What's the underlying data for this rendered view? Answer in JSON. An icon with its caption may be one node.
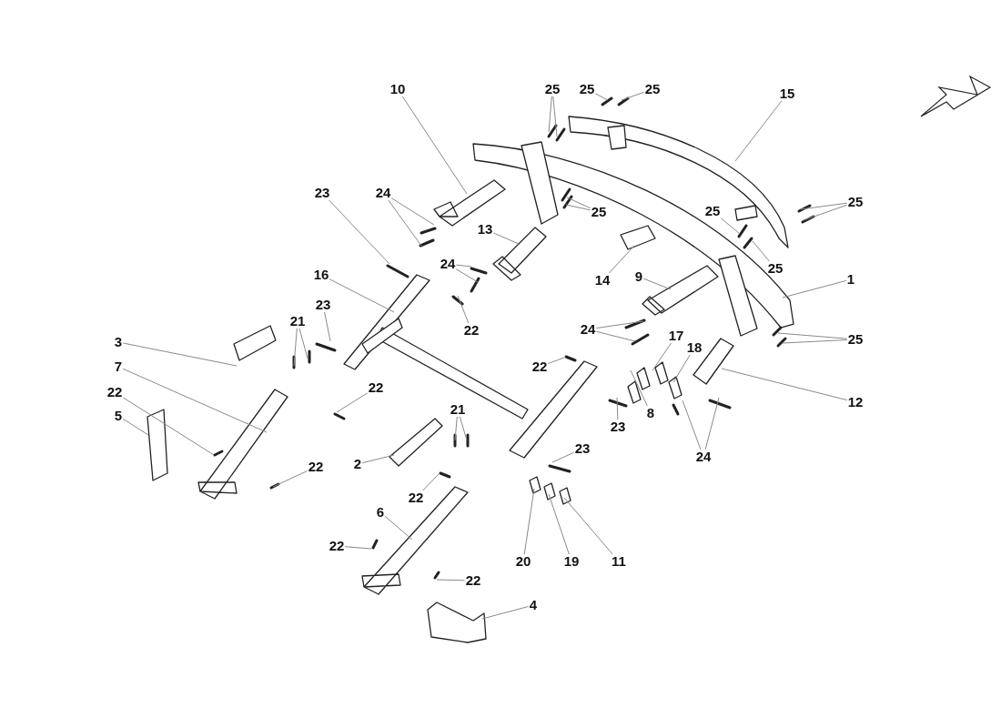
{
  "diagram": {
    "nodes": [
      {
        "text": [
          "10"
        ]
      },
      {
        "text": [
          "25"
        ]
      },
      {
        "text": [
          "25"
        ]
      },
      {
        "text": [
          "25"
        ]
      },
      {
        "text": [
          "15"
        ]
      },
      {
        "text": [
          "23"
        ]
      },
      {
        "text": [
          "24"
        ]
      },
      {
        "text": [
          "25"
        ]
      },
      {
        "text": [
          "25"
        ]
      },
      {
        "text": [
          "25"
        ]
      },
      {
        "text": [
          "13"
        ]
      },
      {
        "text": [
          "24"
        ]
      },
      {
        "text": [
          "16"
        ]
      },
      {
        "text": [
          "25"
        ]
      },
      {
        "text": [
          "9"
        ]
      },
      {
        "text": [
          "14"
        ]
      },
      {
        "text": [
          "1"
        ]
      },
      {
        "text": [
          "23"
        ]
      },
      {
        "text": [
          "21"
        ]
      },
      {
        "text": [
          "22"
        ]
      },
      {
        "text": [
          "24"
        ]
      },
      {
        "text": [
          "17"
        ]
      },
      {
        "text": [
          "25"
        ]
      },
      {
        "text": [
          "3"
        ]
      },
      {
        "text": [
          "18"
        ]
      },
      {
        "text": [
          "7"
        ]
      },
      {
        "text": [
          "22"
        ]
      },
      {
        "text": [
          "22"
        ]
      },
      {
        "text": [
          "22"
        ]
      },
      {
        "text": [
          "12"
        ]
      },
      {
        "text": [
          "21"
        ]
      },
      {
        "text": [
          "8"
        ]
      },
      {
        "text": [
          "5"
        ]
      },
      {
        "text": [
          "23"
        ]
      },
      {
        "text": [
          "23"
        ]
      },
      {
        "text": [
          "2"
        ]
      },
      {
        "text": [
          "22"
        ]
      },
      {
        "text": [
          "24"
        ]
      },
      {
        "text": [
          "22"
        ]
      },
      {
        "text": [
          "6"
        ]
      },
      {
        "text": [
          "22"
        ]
      },
      {
        "text": [
          "20"
        ]
      },
      {
        "text": [
          "19"
        ]
      },
      {
        "text": [
          "11"
        ]
      },
      {
        "text": [
          "22"
        ]
      },
      {
        "text": [
          "4"
        ]
      }
    ],
    "edges": [
      {
        "from": 0,
        "to": null,
        "arrow": "none"
      },
      {
        "from": 1,
        "to": null,
        "arrow": "none"
      },
      {
        "from": 1,
        "to": null,
        "arrow": "none"
      },
      {
        "from": 2,
        "to": null,
        "arrow": "none"
      },
      {
        "from": 3,
        "to": null,
        "arrow": "none"
      },
      {
        "from": 4,
        "to": null,
        "arrow": "none"
      },
      {
        "from": 5,
        "to": null,
        "arrow": "none"
      },
      {
        "from": 6,
        "to": null,
        "arrow": "none"
      },
      {
        "from": 6,
        "to": null,
        "arrow": "none"
      },
      {
        "from": 7,
        "to": null,
        "arrow": "none"
      },
      {
        "from": 7,
        "to": null,
        "arrow": "none"
      },
      {
        "from": 8,
        "to": null,
        "arrow": "none"
      },
      {
        "from": 9,
        "to": null,
        "arrow": "none"
      },
      {
        "from": 9,
        "to": null,
        "arrow": "none"
      },
      {
        "from": 10,
        "to": null,
        "arrow": "none"
      },
      {
        "from": 11,
        "to": null,
        "arrow": "none"
      },
      {
        "from": 11,
        "to": null,
        "arrow": "none"
      },
      {
        "from": 12,
        "to": null,
        "arrow": "none"
      },
      {
        "from": 13,
        "to": null,
        "arrow": "none"
      },
      {
        "from": 14,
        "to": null,
        "arrow": "none"
      },
      {
        "from": 15,
        "to": null,
        "arrow": "none"
      },
      {
        "from": 16,
        "to": null,
        "arrow": "none"
      },
      {
        "from": 17,
        "to": null,
        "arrow": "none"
      },
      {
        "from": 18,
        "to": null,
        "arrow": "none"
      },
      {
        "from": 18,
        "to": null,
        "arrow": "none"
      },
      {
        "from": 19,
        "to": null,
        "arrow": "none"
      },
      {
        "from": 20,
        "to": null,
        "arrow": "none"
      },
      {
        "from": 20,
        "to": null,
        "arrow": "none"
      },
      {
        "from": 21,
        "to": null,
        "arrow": "none"
      },
      {
        "from": 22,
        "to": null,
        "arrow": "none"
      },
      {
        "from": 22,
        "to": null,
        "arrow": "none"
      },
      {
        "from": 23,
        "to": null,
        "arrow": "none"
      },
      {
        "from": 24,
        "to": null,
        "arrow": "none"
      },
      {
        "from": 25,
        "to": null,
        "arrow": "none"
      },
      {
        "from": 26,
        "to": null,
        "arrow": "none"
      },
      {
        "from": 27,
        "to": null,
        "arrow": "none"
      },
      {
        "from": 28,
        "to": null,
        "arrow": "none"
      },
      {
        "from": 29,
        "to": null,
        "arrow": "none"
      },
      {
        "from": 30,
        "to": null,
        "arrow": "none"
      },
      {
        "from": 30,
        "to": null,
        "arrow": "none"
      },
      {
        "from": 31,
        "to": null,
        "arrow": "none"
      },
      {
        "from": 32,
        "to": null,
        "arrow": "none"
      },
      {
        "from": 33,
        "to": null,
        "arrow": "none"
      },
      {
        "from": 34,
        "to": null,
        "arrow": "none"
      },
      {
        "from": 35,
        "to": null,
        "arrow": "none"
      },
      {
        "from": 36,
        "to": null,
        "arrow": "none"
      },
      {
        "from": 37,
        "to": null,
        "arrow": "none"
      },
      {
        "from": 37,
        "to": null,
        "arrow": "none"
      },
      {
        "from": 38,
        "to": null,
        "arrow": "none"
      },
      {
        "from": 39,
        "to": null,
        "arrow": "none"
      },
      {
        "from": 40,
        "to": null,
        "arrow": "none"
      },
      {
        "from": 41,
        "to": null,
        "arrow": "none"
      },
      {
        "from": 42,
        "to": null,
        "arrow": "none"
      },
      {
        "from": 43,
        "to": null,
        "arrow": "none"
      },
      {
        "from": 44,
        "to": null,
        "arrow": "none"
      },
      {
        "from": 45,
        "to": null,
        "arrow": "none"
      }
    ]
  }
}
